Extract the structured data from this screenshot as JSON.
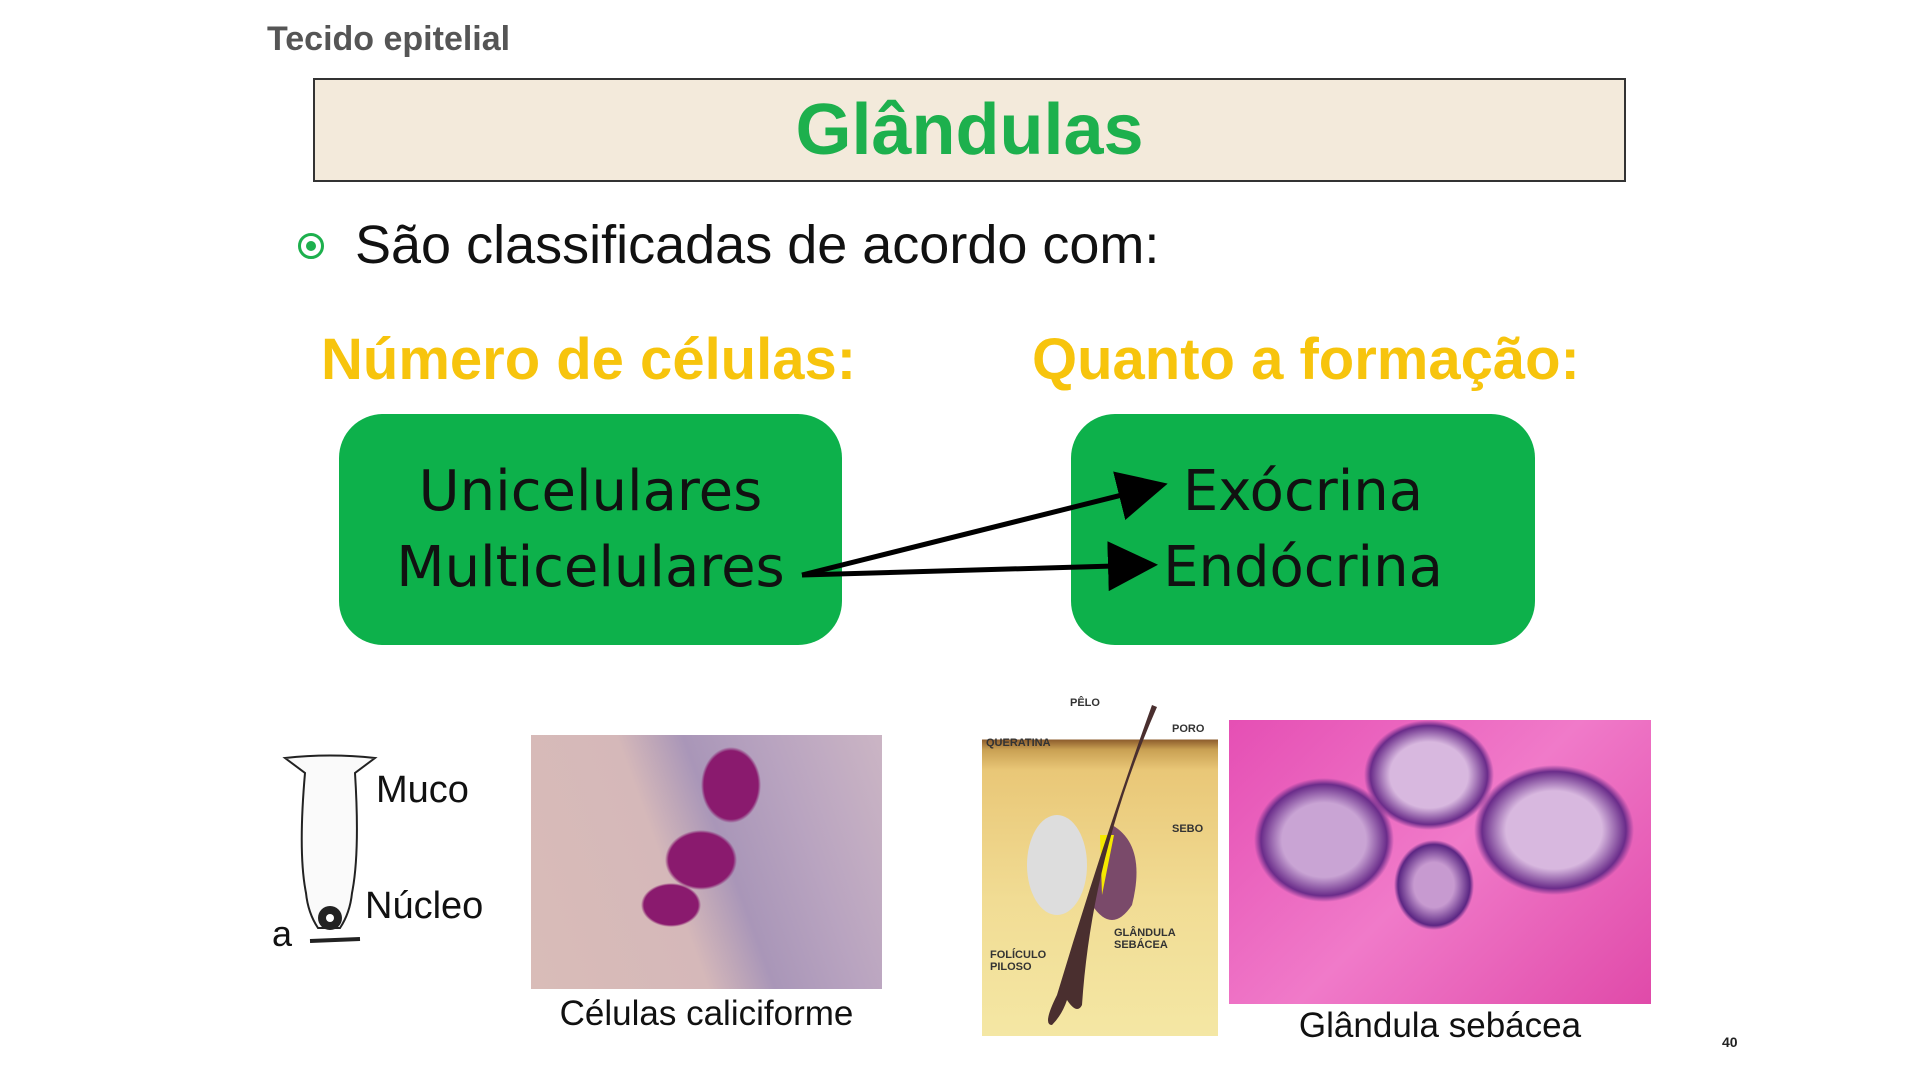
{
  "section_title": "Tecido epitelial",
  "header": {
    "title": "Glândulas"
  },
  "bullet": {
    "text": "São classificadas de acordo com:"
  },
  "categories": [
    {
      "title": "Número de células:",
      "items": [
        "Unicelulares",
        "Multicelulares"
      ]
    },
    {
      "title": "Quanto a formação:",
      "items": [
        "Exócrina",
        "Endócrina"
      ]
    }
  ],
  "figures": {
    "goblet_drawing_labels": {
      "mucus": "Muco",
      "nucleus": "Núcleo",
      "partial": "a"
    },
    "goblet_caption": "Células caliciforme",
    "hair_labels": {
      "hair": "PÊLO",
      "pore": "PORO",
      "keratin": "QUERATINA",
      "sebum": "SEBO",
      "gland": "GLÂNDULA SEBÁCEA",
      "follicle": "FOLÍCULO PILOSO"
    },
    "sebaceous_caption": "Glândula sebácea"
  },
  "page_number": "40",
  "colors": {
    "green": "#0db14b",
    "title_green": "#1db04d",
    "orange": "#f7c40d",
    "header_bg": "#f3eadb"
  }
}
